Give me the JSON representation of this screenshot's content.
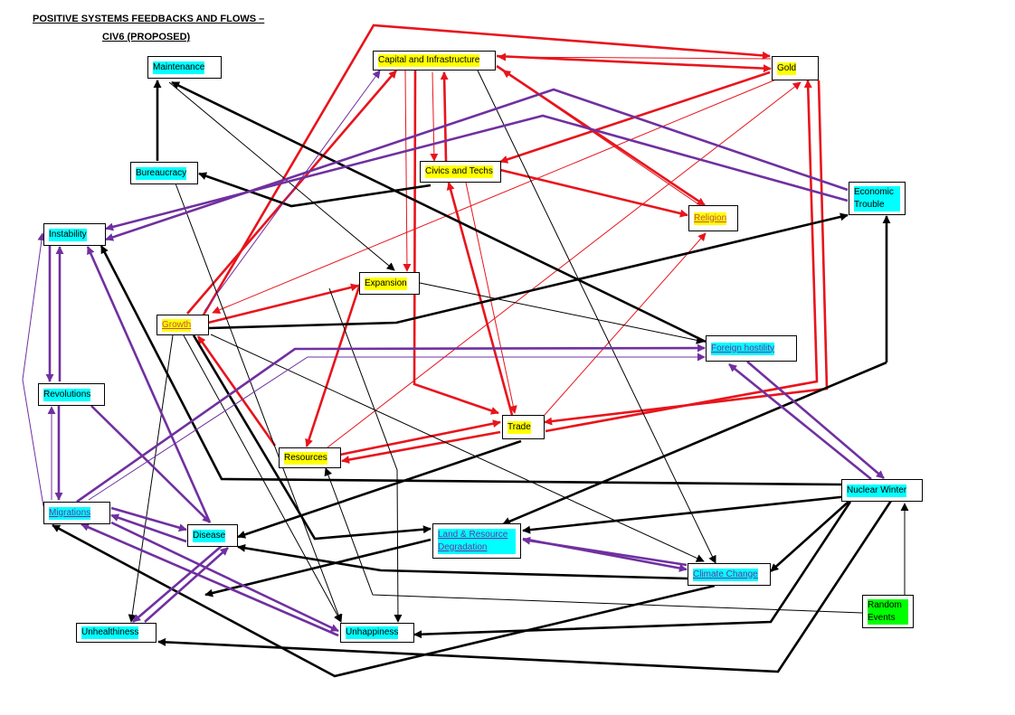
{
  "title": {
    "line1": "POSITIVE SYSTEMS  FEEDBACKS  AND FLOWS –",
    "line2": "CIV6 (PROPOSED)"
  },
  "colors": {
    "red": "#e8141c",
    "purple": "#7030a0",
    "black": "#000000",
    "cyan": "#00ffff",
    "yellow": "#ffff00",
    "green": "#00ff00",
    "label_red": "#c0504d",
    "label_purple": "#7030a0"
  },
  "nodes": [
    {
      "id": "maintenance",
      "label": "Maintenance",
      "highlight": "#00ffff"
    },
    {
      "id": "bureaucracy",
      "label": "Bureaucracy",
      "highlight": "#00ffff"
    },
    {
      "id": "instability",
      "label": "Instability",
      "highlight": "#00ffff"
    },
    {
      "id": "revolutions",
      "label": "Revolutions",
      "highlight": "#00ffff"
    },
    {
      "id": "migrations",
      "label": "Migrations",
      "highlight": "#00ffff",
      "text_color": "#7030a0",
      "underline": true
    },
    {
      "id": "disease",
      "label": "Disease",
      "highlight": "#00ffff"
    },
    {
      "id": "unhealthiness",
      "label": "Unhealthiness",
      "highlight": "#00ffff"
    },
    {
      "id": "unhappiness",
      "label": "Unhappiness",
      "highlight": "#00ffff"
    },
    {
      "id": "growth",
      "label": "Growth",
      "highlight": "#ffff00",
      "text_color": "#c0504d",
      "underline": true
    },
    {
      "id": "expansion",
      "label": "Expansion",
      "highlight": "#ffff00"
    },
    {
      "id": "resources",
      "label": "Resources",
      "highlight": "#ffff00"
    },
    {
      "id": "capital",
      "label": "Capital and Infrastructure",
      "highlight": "#ffff00"
    },
    {
      "id": "civics",
      "label": "Civics and Techs",
      "highlight": "#ffff00"
    },
    {
      "id": "trade",
      "label": "Trade",
      "highlight": "#ffff00"
    },
    {
      "id": "gold",
      "label": "Gold",
      "highlight": "#ffff00"
    },
    {
      "id": "religion",
      "label": "Religion",
      "highlight": "#ffff00",
      "text_color": "#c0504d",
      "underline": true
    },
    {
      "id": "economic",
      "label": "Economic Trouble",
      "highlight": "#00ffff",
      "multiline": true
    },
    {
      "id": "foreign",
      "label": "Foreign hostility",
      "highlight": "#00ffff",
      "text_color": "#7030a0",
      "underline": true
    },
    {
      "id": "nuclear",
      "label": "Nuclear Winter",
      "highlight": "#00ffff"
    },
    {
      "id": "land",
      "label": "Land & Resource Degradation",
      "highlight": "#00ffff",
      "text_color": "#7030a0",
      "underline": true,
      "multiline": true
    },
    {
      "id": "climate",
      "label": "Climate Change",
      "highlight": "#00ffff",
      "text_color": "#7030a0",
      "underline": true
    },
    {
      "id": "random",
      "label": "Random Events",
      "highlight": "#00ff00",
      "multiline": true
    }
  ]
}
